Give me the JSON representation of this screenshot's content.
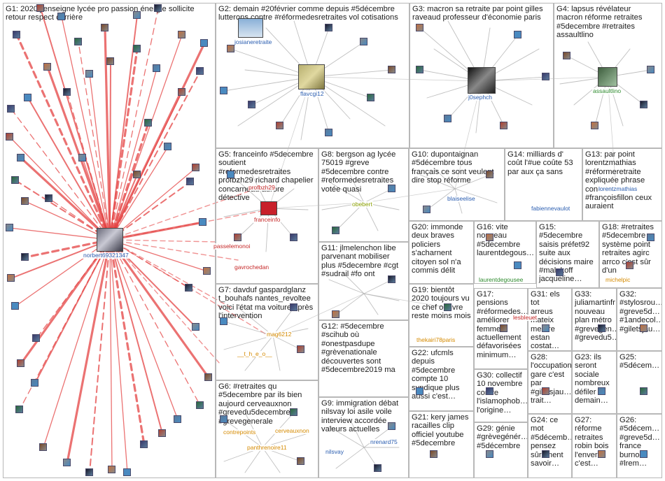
{
  "colors": {
    "hub_edge": "#e33b3b",
    "group_edge": "#b0b0b0",
    "box_border": "#b8b8b8",
    "label_blue": "#2a5db0",
    "label_green": "#2e8b2e",
    "label_red": "#c62828",
    "label_orange": "#d58a00",
    "label_olive": "#8aa000"
  },
  "groups": [
    {
      "id": "G1",
      "text": "G1: 2020 j'enseigne lycée pro passion énergie sollicite\nretour respect carrière"
    },
    {
      "id": "G2",
      "text": "G2: demain #20février comme depuis #5décembre\nlutterons contre #réformedesretraites vol cotisations"
    },
    {
      "id": "G3",
      "text": "G3: macron sa retraite par point gilles\nraveaud professeur d'économie paris"
    },
    {
      "id": "G4",
      "text": "G4: lapsus révélateur\nmacron réforme retraites\n#5decembre #retraites\nassaultlino"
    },
    {
      "id": "G5",
      "text": "G5: franceinfo #5decembre\nsoutient\n#reformedesretraites\nprofbzh29 richard chapelier\nconcarneau aurore\ndétective"
    },
    {
      "id": "G8",
      "text": "G8: bergson ag lycée\n75019 #greve\n#5decembre contre\n#reformedesretraites\nvotée quasi"
    },
    {
      "id": "G10",
      "text": "G10: dupontaignan\n#5décembre tous\nfrançais ce sont veulent\ndire stop réforme"
    },
    {
      "id": "G14",
      "text": "G14: milliards d'\ncoût l'#ue coûte 53\npar aux ça sans"
    },
    {
      "id": "G13",
      "text": "G13: par point\nlorentzmathias\n#réformeretraite\nexpliquée phrase\nconcrète\n#françoisfillon ceux\nauraient"
    },
    {
      "id": "G20",
      "text": "G20: immonde\ndeux braves\npoliciers\ns'acharnent\ncitoyen sol n'a\ncommis délit"
    },
    {
      "id": "G16",
      "text": "G16: vite\nnouveau\n#5decembre\nlaurentdegous…"
    },
    {
      "id": "G15",
      "text": "G15:\n#5decembre\nsaisis préfet92\nsuite aux\ndécisions maire\n#malakoff\njacqueline…"
    },
    {
      "id": "G18",
      "text": "G18: #retraites\n#5decembre\nsystème point\nretraites agirc\narrco c'est sûr\nd'un"
    },
    {
      "id": "G11",
      "text": "G11: jlmelenchon libe\nparvenant mobiliser\nplus #5decembre #cgt\n#sudrail #fo ont"
    },
    {
      "id": "G7",
      "text": "G7: davduf gaspardglanz\nt_bouhafs nantes_revoltee\nvoici l'état ma voiture après\nl'intervention"
    },
    {
      "id": "G19",
      "text": "G19: bientôt\n2020 toujours vu\nce chef oeuvre\nreste moins mois"
    },
    {
      "id": "G17",
      "text": "G17:\npensions\n#réformedes…\naméliorer\nfemmes\nactuellement\ndéfavorisées\nminimum…"
    },
    {
      "id": "G31",
      "text": "G31: els tot\narreus\nmateix\nmentre\nestan\ncostat…"
    },
    {
      "id": "G33",
      "text": "G33:\njuliamartinfr\nnouveau\nplan métro\n#grevegen…\n#grevedu5…"
    },
    {
      "id": "G32",
      "text": "G32:\n#stylosrou…\n#greve5d…\n#1andecol…\n#giletsjau…"
    },
    {
      "id": "G12",
      "text": "G12: #5decembre\n#scihub où\n#onestpasdupe\n#grèvenationale\ndécouvertes sont\n#5decembre2019 ma"
    },
    {
      "id": "G22",
      "text": "G22: ufcmls\ndepuis\n#5decembre\ncompte 10\nsyndique plus\naussi c'est…"
    },
    {
      "id": "G30",
      "text": "G30: collectif\n10 novembre\ncontre\nl'islamophob…\nl'origine…"
    },
    {
      "id": "G28",
      "text": "G28:\nl'occupation\ngare c'est\npar\n#giletsjau…\ntrait…"
    },
    {
      "id": "G23",
      "text": "G23: ils\nseront\nsociale\nnombreux\ndéfiler\ndemain…"
    },
    {
      "id": "G25",
      "text": "G25:\n#5décem…"
    },
    {
      "id": "G6",
      "text": "G6: #retraites qu\n#5decembre par ils bien\naujourd cerveauxnon\n#grevedu5decembre\n#grevegenerale"
    },
    {
      "id": "G9",
      "text": "G9: immigration débat\nnilsvay loi asile voile\ninterview accordée\nvaleurs actuelles"
    },
    {
      "id": "G21",
      "text": "G21: kery james\nracailles clip\nofficiel youtube\n#5decembre"
    },
    {
      "id": "G29",
      "text": "G29: génie\n#grèvegénér…\n#5décembre"
    },
    {
      "id": "G24",
      "text": "G24: ce\nmot\n#5décemb…\npensez\nsûrement\nsavoir…"
    },
    {
      "id": "G27",
      "text": "G27:\nréforme\nretraites\nrobin bois\nl'envers\nc'est…"
    },
    {
      "id": "G26",
      "text": "G26:\n#5décem…\n#greve5d…\nfrance\nburnout\n#lrem…"
    }
  ],
  "node_labels": [
    {
      "id": "norbert",
      "text": "norbert69321347",
      "color": "blue"
    },
    {
      "id": "josianeretraite",
      "text": "josianeretraite",
      "color": "blue"
    },
    {
      "id": "flavcgi12",
      "text": "flavcgi12",
      "color": "blue"
    },
    {
      "id": "j0sephch",
      "text": "j0sephch",
      "color": "blue"
    },
    {
      "id": "assaultlino",
      "text": "assaultlino",
      "color": "green"
    },
    {
      "id": "profbzh29",
      "text": "profbzh29",
      "color": "red"
    },
    {
      "id": "franceinfo",
      "text": "franceinfo",
      "color": "red"
    },
    {
      "id": "passelemonoi",
      "text": "passelemonoi",
      "color": "red"
    },
    {
      "id": "gavrochedan",
      "text": "gavrochedan",
      "color": "red"
    },
    {
      "id": "obebert",
      "text": "obebert",
      "color": "olive"
    },
    {
      "id": "blaiseelise",
      "text": "blaiseelise",
      "color": "blue"
    },
    {
      "id": "fabiennevaulot",
      "text": "fabiennevaulot",
      "color": "blue"
    },
    {
      "id": "lorentzmathias",
      "text": "lorentzmathias",
      "color": "blue"
    },
    {
      "id": "laurentdegousee",
      "text": "laurentdegousee",
      "color": "green"
    },
    {
      "id": "michellepic",
      "text": "michelpic",
      "color": "orange"
    },
    {
      "id": "mag6212",
      "text": "mag6212",
      "color": "orange"
    },
    {
      "id": "theo",
      "text": "__t_h_e_o__",
      "color": "orange"
    },
    {
      "id": "thekairi78paris",
      "text": "thekairi78paris",
      "color": "orange"
    },
    {
      "id": "lesbleuet",
      "text": "lesbleuet",
      "color": "red"
    },
    {
      "id": "contrepoints",
      "text": "contrepoints",
      "color": "orange"
    },
    {
      "id": "cerveauxnon",
      "text": "cerveauxnon",
      "color": "orange"
    },
    {
      "id": "panthrenoire11",
      "text": "panthrenoire11",
      "color": "orange"
    },
    {
      "id": "nilsvay",
      "text": "nilsvay",
      "color": "blue"
    },
    {
      "id": "nrenard75",
      "text": "nrenard75",
      "color": "blue"
    }
  ]
}
